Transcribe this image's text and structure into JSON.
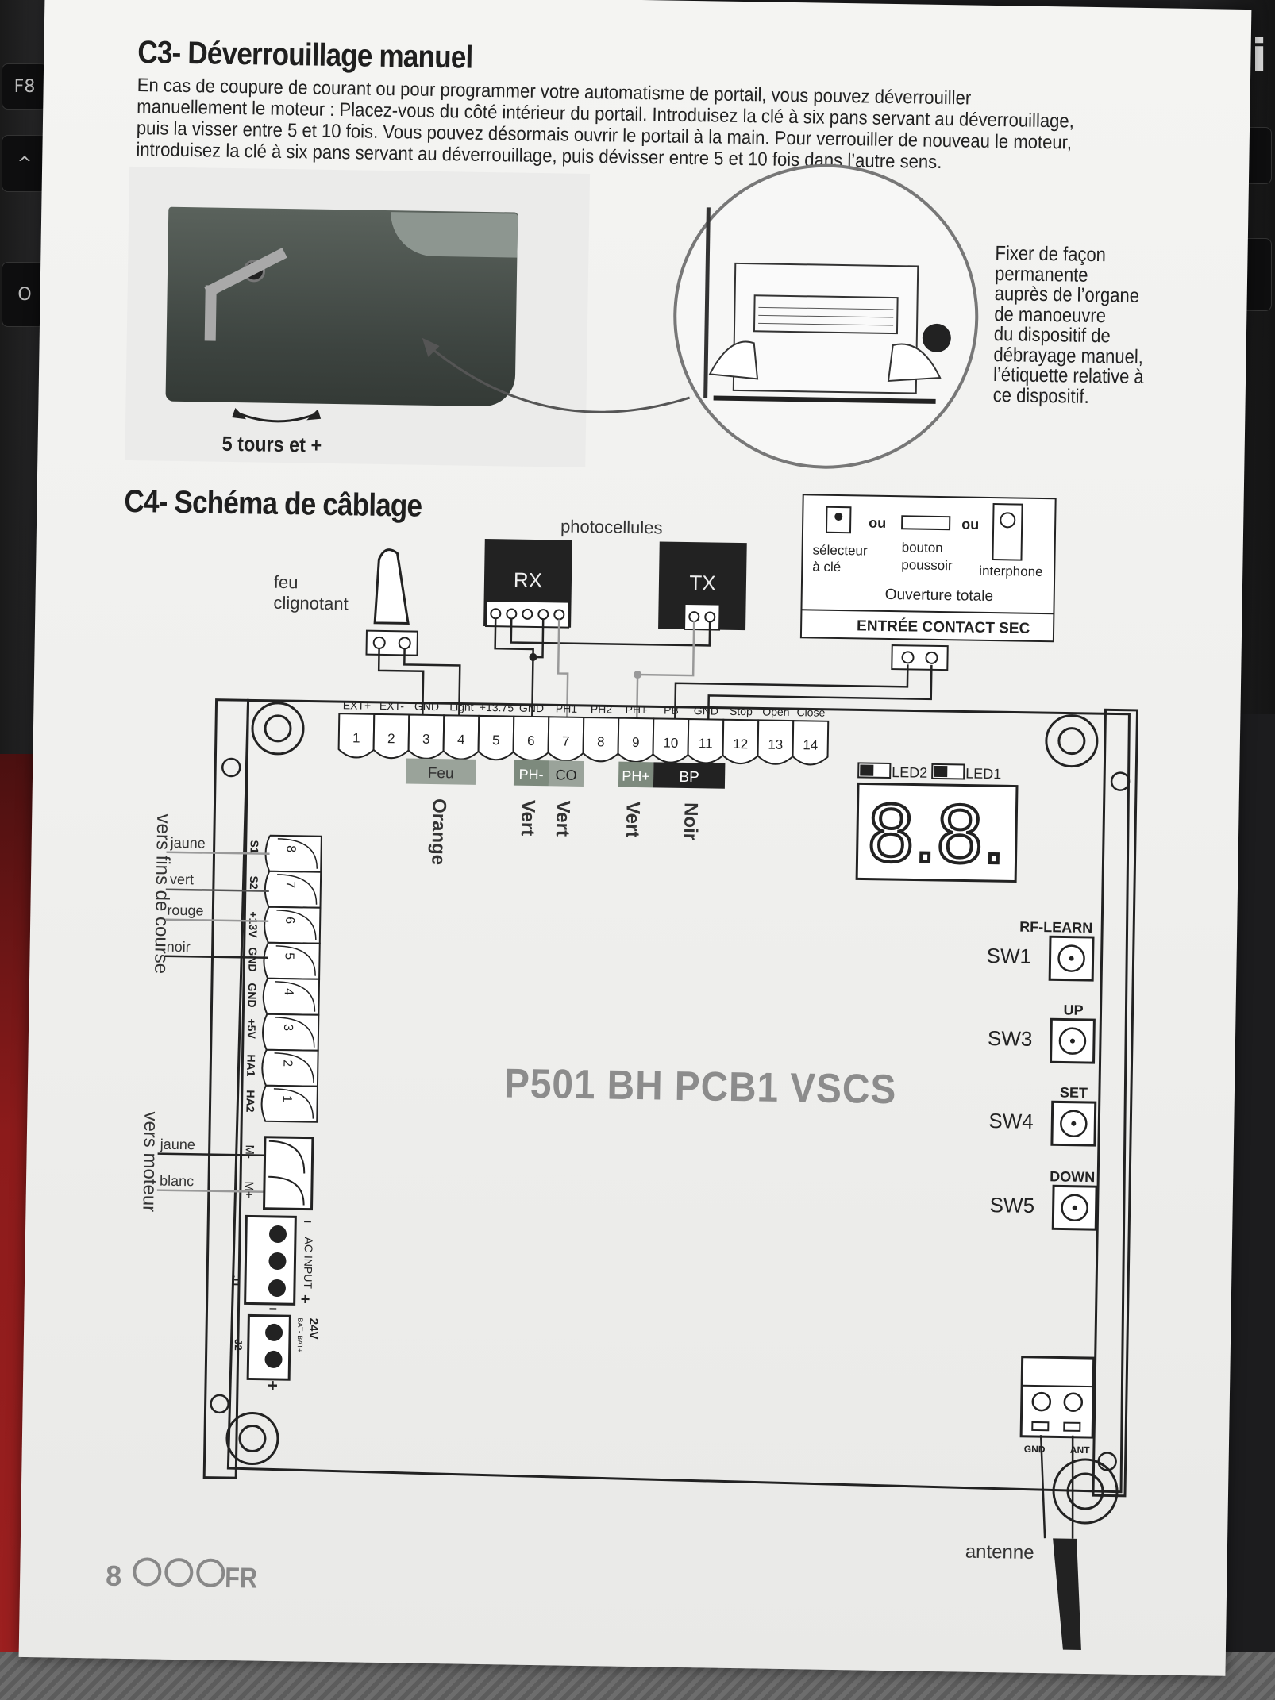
{
  "keyboard": {
    "left_keys": [
      "F8",
      "^",
      "O"
    ],
    "right_keys": [
      "−",
      "+"
    ]
  },
  "brand_logo": "ogi",
  "c3": {
    "title": "C3- Déverrouillage manuel",
    "paragraph": [
      "En cas de coupure de courant ou pour programmer votre automatisme de portail, vous pouvez déverrouiller",
      "manuellement le moteur : Placez-vous du côté intérieur du portail. Introduisez la clé à six pans servant au déverrouillage,",
      "puis la visser entre 5 et 10 fois. Vous pouvez désormais ouvrir le portail à la main. Pour verrouiller de nouveau le moteur,",
      "introduisez la clé à six pans servant au déverrouillage, puis dévisser entre 5 et 10 fois dans l’autre sens."
    ],
    "photo_caption": "5 tours et +",
    "label_instruction": [
      "Fixer de façon",
      "permanente",
      "auprès de l’organe",
      "de manoeuvre",
      "du dispositif de",
      "débrayage manuel,",
      "l’étiquette relative à",
      "ce dispositif."
    ]
  },
  "c4": {
    "title": "C4- Schéma de câblage",
    "photocells_label": "photocellules",
    "rx_label": "RX",
    "tx_label": "TX",
    "lamp_label": [
      "feu",
      "clignotant"
    ],
    "contact_box": {
      "key_selector": [
        "sélecteur",
        "à clé"
      ],
      "or1": "ou",
      "push_button": [
        "bouton",
        "poussoir"
      ],
      "or2": "ou",
      "intercom": "interphone",
      "full_opening": "Ouverture totale",
      "dry_contact": "ENTRÉE CONTACT SEC"
    },
    "terminal_names": [
      "EXT+",
      "EXT-",
      "GND",
      "Light",
      "+13.75",
      "GND",
      "PH1",
      "PH2",
      "PH+",
      "PB",
      "GND",
      "Stop",
      "Open",
      "Close"
    ],
    "terminal_numbers": [
      "1",
      "2",
      "3",
      "4",
      "5",
      "6",
      "7",
      "8",
      "9",
      "10",
      "11",
      "12",
      "13",
      "14"
    ],
    "terminal_tags": [
      "Feu",
      "PH-",
      "CO",
      "PH+",
      "BP"
    ],
    "wire_colors": [
      "Orange",
      "Vert",
      "Vert",
      "Vert",
      "Noir"
    ],
    "leds": [
      "LED2",
      "LED1"
    ],
    "display": "8.8.",
    "buttons": [
      {
        "top": "RF-LEARN",
        "name": "SW1"
      },
      {
        "top": "UP",
        "name": "SW3"
      },
      {
        "top": "SET",
        "name": "SW4"
      },
      {
        "top": "DOWN",
        "name": "SW5"
      }
    ],
    "limit_switch_label": "vers fins de course",
    "limit_wires": [
      "jaune",
      "vert",
      "rouge",
      "noir"
    ],
    "limit_pins": [
      "S1",
      "S2",
      "+13V",
      "GND",
      "GND",
      "+5V",
      "HA1",
      "HA2"
    ],
    "limit_numbers": [
      "8",
      "7",
      "6",
      "5",
      "4",
      "3",
      "2",
      "1"
    ],
    "motor_label": "vers moteur",
    "motor_wires": [
      "jaune",
      "blanc"
    ],
    "motor_pins": [
      "M-",
      "M+"
    ],
    "ac_input": "AC INPUT",
    "ac_plus": "+",
    "ac_minus": "−",
    "j1": "J1",
    "battery_label": "24V",
    "battery_sub": "BAT- BAT+",
    "battery_plus": "+",
    "battery_minus": "−",
    "j2": "J2",
    "board_name": "P501 BH PCB1 VSCS",
    "antenna_pins": [
      "GND",
      "ANT"
    ],
    "antenna_label": "antenne"
  },
  "footer": {
    "page": "8",
    "lang": "FR"
  }
}
